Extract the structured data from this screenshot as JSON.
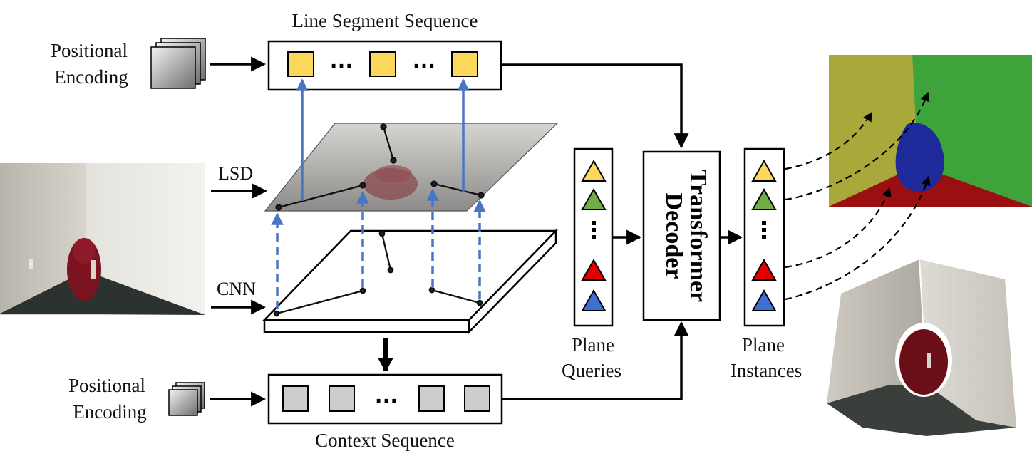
{
  "labels": {
    "line_segment_sequence": "Line Segment Sequence",
    "context_sequence": "Context Sequence",
    "positional_encoding_top": [
      "Positional",
      "Encoding"
    ],
    "positional_encoding_bottom": [
      "Positional",
      "Encoding"
    ],
    "lsd": "LSD",
    "cnn": "CNN",
    "plane_queries": [
      "Plane",
      "Queries"
    ],
    "plane_instances": [
      "Plane",
      "Instances"
    ],
    "transformer_decoder": [
      "Transformer",
      "Decoder"
    ],
    "ellipsis": "…"
  },
  "colors": {
    "line_token": "#fdd75a",
    "context_token": "#cdcdcd",
    "arrow_blue": "#4a74c4",
    "query_yellow": "#fdd75a",
    "query_green": "#70ad47",
    "query_red": "#e00000",
    "query_blue": "#3f6fd0",
    "seg_yellow": "#a9a83a",
    "seg_green": "#3fa33c",
    "seg_red": "#9a1010",
    "seg_blue": "#1f2a9a"
  },
  "icons": {
    "input_image": "room-corner-backpack-photo",
    "positional_encoding": "stacked-gradient-maps-icon",
    "segmentation_output": "plane-segmentation-map",
    "reconstruction_output": "3d-plane-reconstruction"
  }
}
